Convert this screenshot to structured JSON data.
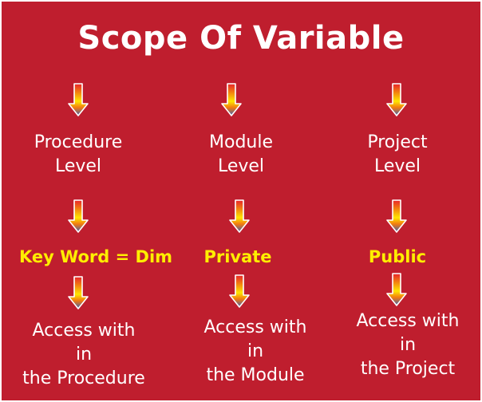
{
  "title": "Scope Of Variable",
  "colors": {
    "background": "#bf1e2e",
    "text": "#ffffff",
    "keyword": "#ffee00",
    "arrow_top": "#ffe600",
    "arrow_mid": "#f27a10",
    "arrow_bottom_red": "#e8232b",
    "arrow_head": "#3a5fb5"
  },
  "columns": [
    {
      "level": [
        "Procedure",
        "Level"
      ],
      "keyword": "Key Word = Dim",
      "access": [
        "Access with",
        "in",
        "the Procedure"
      ]
    },
    {
      "level": [
        "Module",
        "Level"
      ],
      "keyword": "Private",
      "access": [
        "Access with",
        "in",
        "the Module"
      ]
    },
    {
      "level": [
        "Project",
        "Level"
      ],
      "keyword": "Public",
      "access": [
        "Access with",
        "in",
        "the Project"
      ]
    }
  ]
}
